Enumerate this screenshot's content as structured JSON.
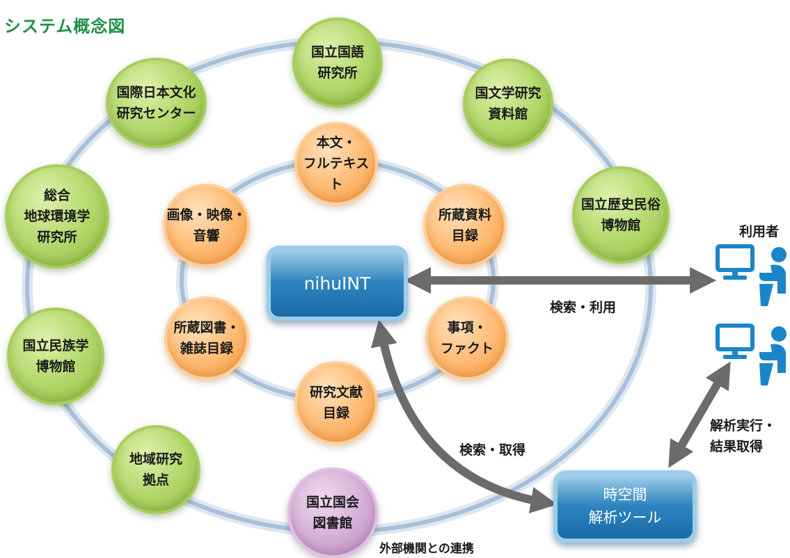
{
  "title": "システム概念図",
  "center_box": "nihuINT",
  "tool_box": [
    "時空間",
    "解析ツール"
  ],
  "outer_institutions": [
    [
      "国立国語",
      "研究所"
    ],
    [
      "国文学研究",
      "資料館"
    ],
    [
      "国立歴史民俗",
      "博物館"
    ],
    [
      "国際日本文化",
      "研究センター"
    ],
    [
      "総合",
      "地球環境学",
      "研究所"
    ],
    [
      "国立民族学",
      "博物館"
    ],
    [
      "地域研究",
      "拠点"
    ]
  ],
  "external_institution": [
    "国立国会",
    "図書館"
  ],
  "data_types": [
    [
      "本文・",
      "フルテキスト"
    ],
    [
      "画像・映像・",
      "音響"
    ],
    [
      "所蔵資料",
      "目録"
    ],
    [
      "所蔵図書・",
      "雑誌目録"
    ],
    [
      "事項・",
      "ファクト"
    ],
    [
      "研究文献",
      "目録"
    ]
  ],
  "labels": {
    "users": "利用者",
    "search_use": "検索・利用",
    "search_get": "検索・取得",
    "analysis": [
      "解析実行・",
      "結果取得"
    ],
    "external": "外部機関との連携"
  },
  "colors": {
    "title": "#1f8f48",
    "green_node": "#b8db72",
    "orange_node": "#ffc07d",
    "purple_node": "#d9b4da",
    "box_blue": "#2f85c0",
    "ring": "#aec3da",
    "arrow": "#6b6b6b",
    "user_icon": "#1a86c8"
  },
  "icons": [
    "user-computer-icon",
    "user-computer-icon"
  ]
}
